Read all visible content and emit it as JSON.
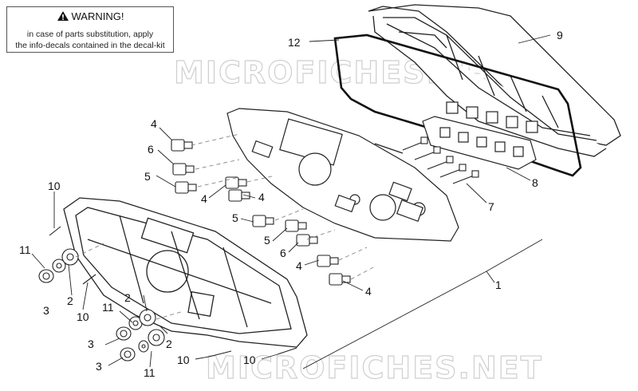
{
  "warning": {
    "title": "WARNING!",
    "line1": "in case of parts substitution, apply",
    "line2": "the info-decals contained in the decal-kit"
  },
  "watermark": {
    "top": "MICROFICHES.NET",
    "bottom": "MICROFICHES.NET"
  },
  "callouts": {
    "c12": "12",
    "c9": "9",
    "c8": "8",
    "c7": "7",
    "c1": "1",
    "c4a": "4",
    "c6a": "6",
    "c5a": "5",
    "c4b": "4",
    "c4c": "4",
    "c5b": "5",
    "c5c": "5",
    "c6b": "6",
    "c4d": "4",
    "c4e": "4",
    "c10a": "10",
    "c11a": "11",
    "c3a": "3",
    "c2a": "2",
    "c10b": "10",
    "c11b": "11",
    "c2b": "2",
    "c3b": "3",
    "c2c": "2",
    "c3c": "3",
    "c11c": "11",
    "c10c": "10",
    "c10d": "10"
  }
}
